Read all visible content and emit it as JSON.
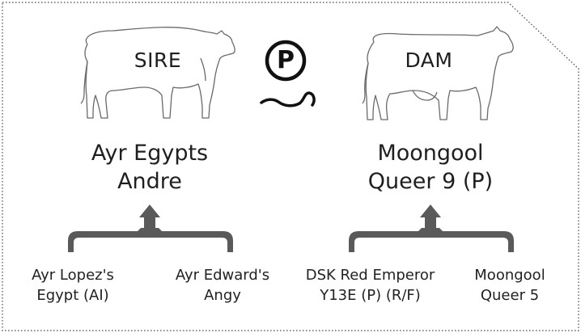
{
  "sire": {
    "label": "SIRE",
    "name_lines": [
      "Ayr Egypts",
      "Andre"
    ],
    "parents": [
      {
        "lines": [
          "Ayr Lopez's",
          "Egypt (AI)"
        ]
      },
      {
        "lines": [
          "Ayr Edward's",
          "Angy"
        ]
      }
    ]
  },
  "dam": {
    "label": "DAM",
    "name_lines": [
      "Moongool",
      "Queer 9 (P)"
    ],
    "parents": [
      {
        "lines": [
          "DSK Red Emperor",
          "Y13E (P) (R/F)"
        ]
      },
      {
        "lines": [
          "Moongool",
          "Queer 5"
        ]
      }
    ]
  },
  "poll_symbol": {
    "letter": "P",
    "icon": "polled-icon"
  },
  "colors": {
    "brace": "#5a5a5a",
    "outline": "#555555",
    "text": "#1f1f1f"
  }
}
